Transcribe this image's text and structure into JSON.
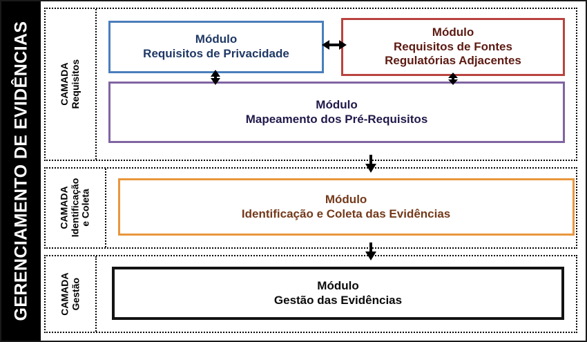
{
  "figure": {
    "title": "GERENCIAMENTO DE EVIDÊNCIAS",
    "colors": {
      "title_bar_background": "#000000",
      "title_bar_text": "#ffffff",
      "privacidade_border": "#4A7EBB",
      "privacidade_text": "#1F3864",
      "fontes_border": "#B8433F",
      "fontes_text": "#5C1A12",
      "mapeamento_border": "#8064A2",
      "mapeamento_text": "#21194A",
      "coleta_border": "#E8963C",
      "coleta_text": "#73391A",
      "gestao_border": "#131313",
      "gestao_text": "#0A0A0A",
      "layer_outline": "#000000",
      "arrow": "#000000"
    }
  },
  "layers": [
    {
      "id": "requisitos",
      "label_line1": "CAMADA",
      "label_line2": "Requisitos",
      "label_line3": "",
      "modules": [
        {
          "id": "privacidade",
          "line1": "Módulo",
          "line2": "Requisitos de Privacidade",
          "line3": ""
        },
        {
          "id": "fontes",
          "line1": "Módulo",
          "line2": "Requisitos de Fontes",
          "line3": "Regulatórias Adjacentes"
        },
        {
          "id": "mapeamento",
          "line1": "Módulo",
          "line2": "Mapeamento dos Pré-Requisitos",
          "line3": ""
        }
      ]
    },
    {
      "id": "identificacao",
      "label_line1": "CAMADA",
      "label_line2": "Identificação",
      "label_line3": "e Coleta",
      "modules": [
        {
          "id": "coleta",
          "line1": "Módulo",
          "line2": "Identificação e Coleta das Evidências",
          "line3": ""
        }
      ]
    },
    {
      "id": "gestao",
      "label_line1": "CAMADA",
      "label_line2": "Gestão",
      "label_line3": "",
      "modules": [
        {
          "id": "gestao",
          "line1": "Módulo",
          "line2": "Gestão das Evidências",
          "line3": ""
        }
      ]
    }
  ],
  "connectors": [
    {
      "id": "privacidade-fontes",
      "kind": "double-arrow-horizontal"
    },
    {
      "id": "privacidade-mapeamento",
      "kind": "double-arrow-vertical"
    },
    {
      "id": "fontes-mapeamento",
      "kind": "double-arrow-vertical"
    },
    {
      "id": "requisitos-identificacao",
      "kind": "arrow-down"
    },
    {
      "id": "identificacao-gestao",
      "kind": "arrow-down"
    }
  ]
}
